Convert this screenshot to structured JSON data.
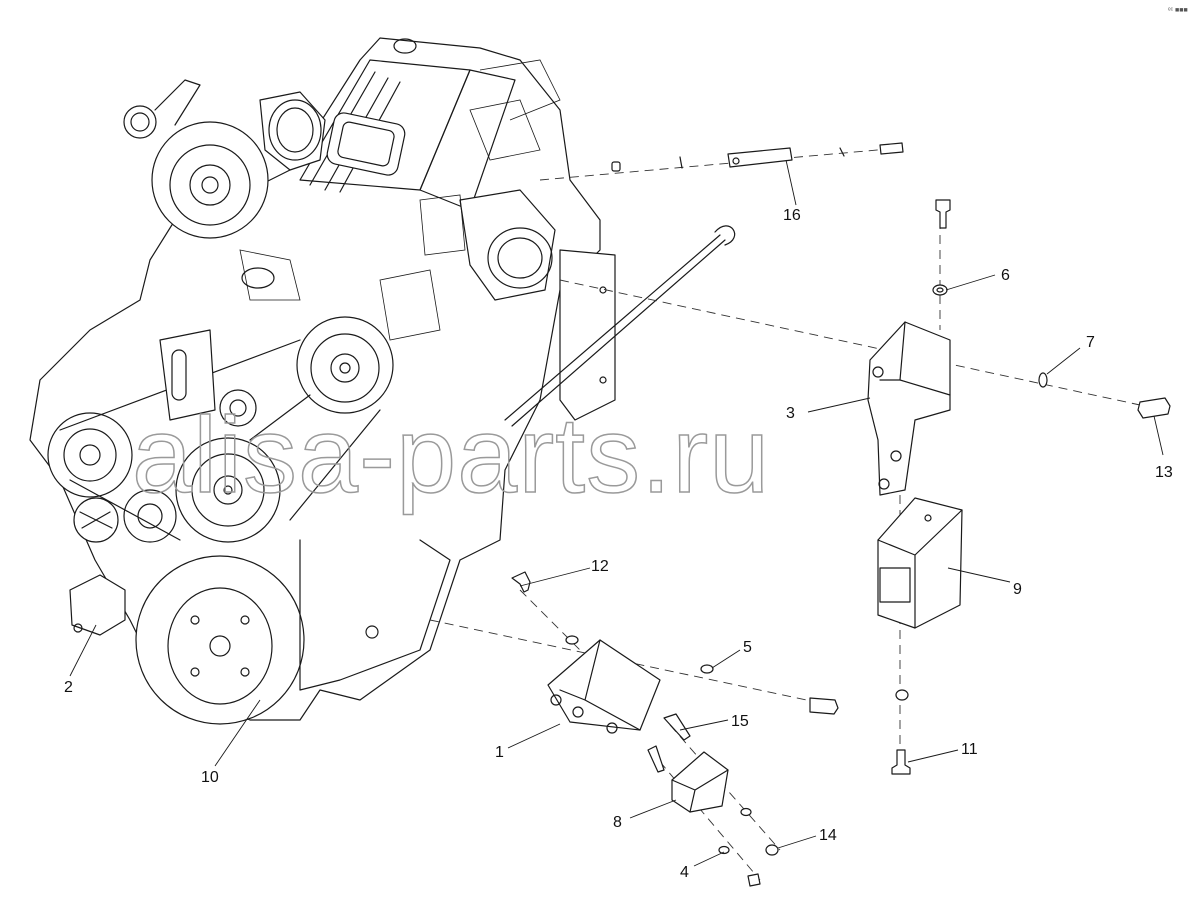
{
  "watermark": "alisa-parts.ru",
  "corner_mark": "ᵉᶜ ■■■",
  "callouts": [
    "1",
    "2",
    "3",
    "4",
    "5",
    "6",
    "7",
    "8",
    "9",
    "10",
    "11",
    "12",
    "13",
    "14",
    "15",
    "16"
  ]
}
